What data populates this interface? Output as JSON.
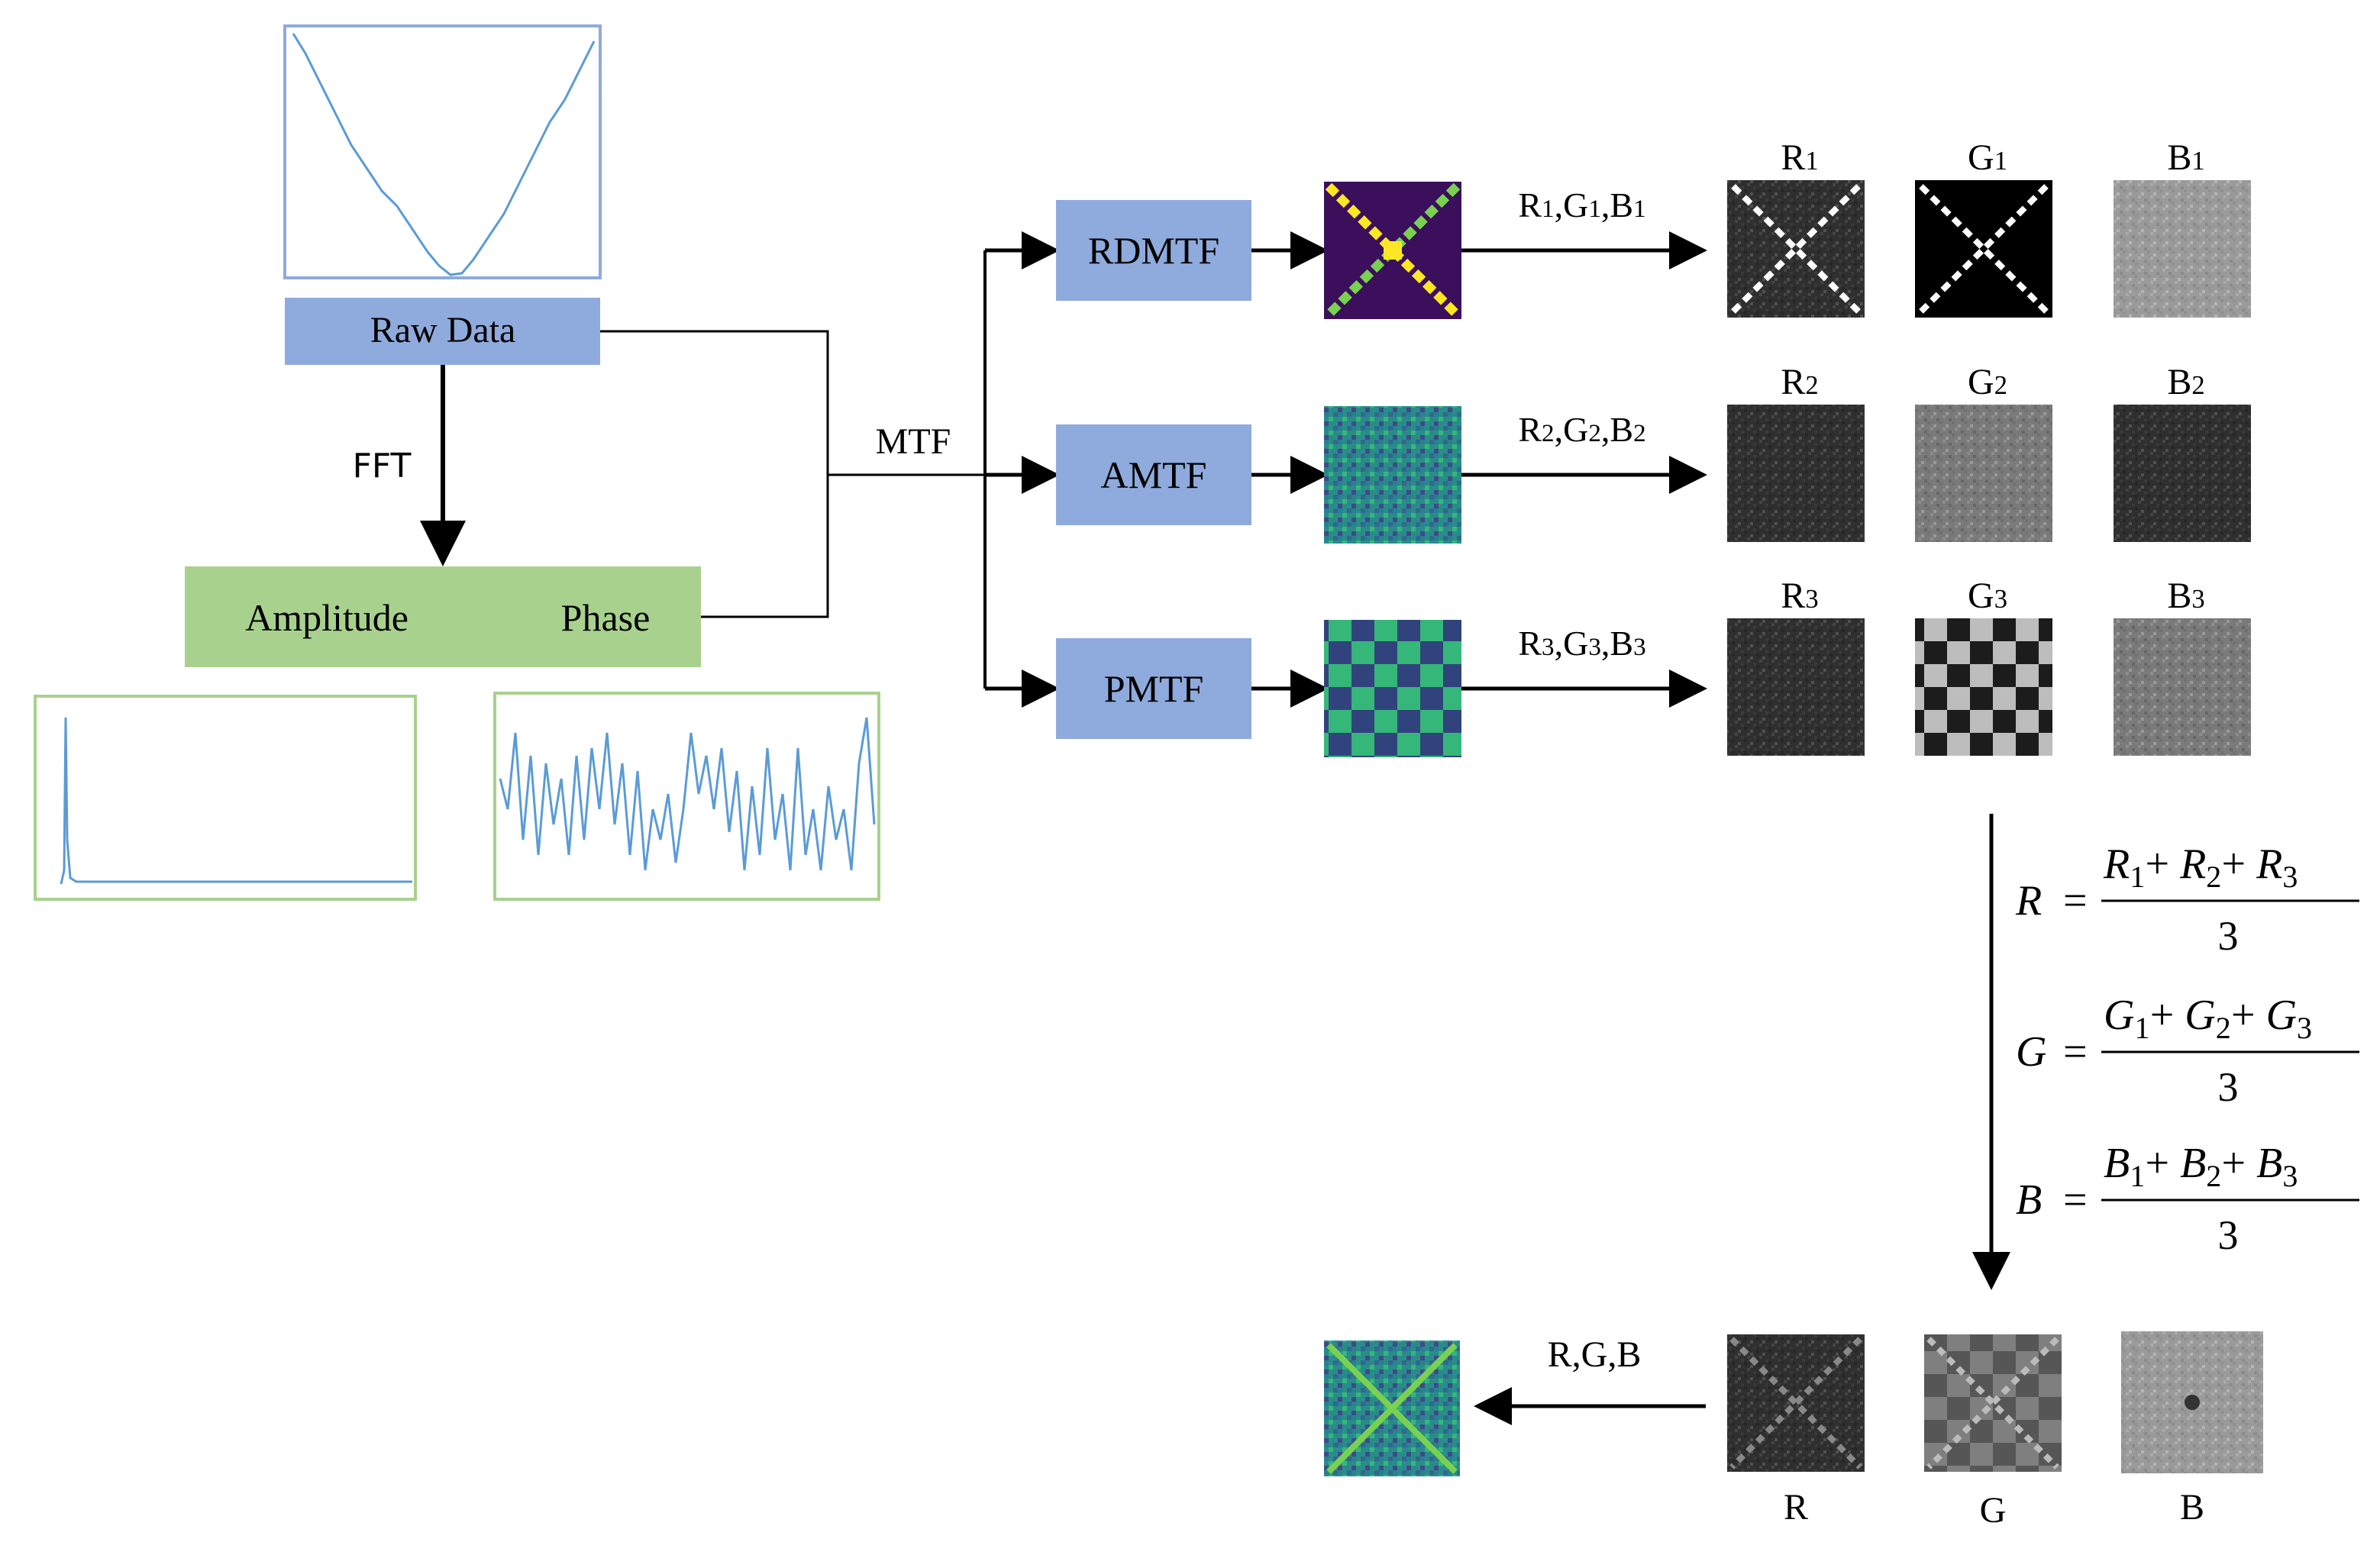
{
  "raw_data": {
    "label": "Raw Data"
  },
  "fft": {
    "label": "FFT"
  },
  "fft_box": {
    "amplitude_label": "Amplitude",
    "phase_label": "Phase"
  },
  "mtf": {
    "label": "MTF"
  },
  "methods": [
    {
      "id": "rdmtf",
      "label": "RDMTF",
      "arrow_label_parts": [
        "R",
        "1",
        ",G",
        "1",
        ",B",
        "1"
      ],
      "channels": [
        [
          "R",
          "1"
        ],
        [
          "G",
          "1"
        ],
        [
          "B",
          "1"
        ]
      ],
      "map_style": "viridis-x"
    },
    {
      "id": "amtf",
      "label": "AMTF",
      "arrow_label_parts": [
        "R",
        "2",
        ",G",
        "2",
        ",B",
        "2"
      ],
      "channels": [
        [
          "R",
          "2"
        ],
        [
          "G",
          "2"
        ],
        [
          "B",
          "2"
        ]
      ],
      "map_style": "viridis-noise"
    },
    {
      "id": "pmtf",
      "label": "PMTF",
      "arrow_label_parts": [
        "R",
        "3",
        ",G",
        "3",
        ",B",
        "3"
      ],
      "channels": [
        [
          "R",
          "3"
        ],
        [
          "G",
          "3"
        ],
        [
          "B",
          "3"
        ]
      ],
      "map_style": "viridis-checker"
    }
  ],
  "formulas": [
    {
      "lhs": "R",
      "terms": [
        [
          "R",
          "1"
        ],
        [
          "R",
          "2"
        ],
        [
          "R",
          "3"
        ]
      ],
      "denominator": "3"
    },
    {
      "lhs": "G",
      "terms": [
        [
          "G",
          "1"
        ],
        [
          "G",
          "2"
        ],
        [
          "G",
          "3"
        ]
      ],
      "denominator": "3"
    },
    {
      "lhs": "B",
      "terms": [
        [
          "B",
          "1"
        ],
        [
          "B",
          "2"
        ],
        [
          "B",
          "3"
        ]
      ],
      "denominator": "3"
    }
  ],
  "merged": {
    "channel_labels": [
      "R",
      "G",
      "B"
    ],
    "arrow_label": "R,G,B"
  },
  "colors": {
    "blue_box": "#8faadc",
    "blue_box_border": "#7f9bd0",
    "green_box": "#a9d18e",
    "green_border": "#a9d18e",
    "plot_line": "#5b9bd5",
    "arrow": "#000000",
    "viridis_dark": "#440154",
    "viridis_mid": "#21918c",
    "viridis_light": "#fde725"
  },
  "icons": {
    "arrow": "arrow-right-icon"
  }
}
